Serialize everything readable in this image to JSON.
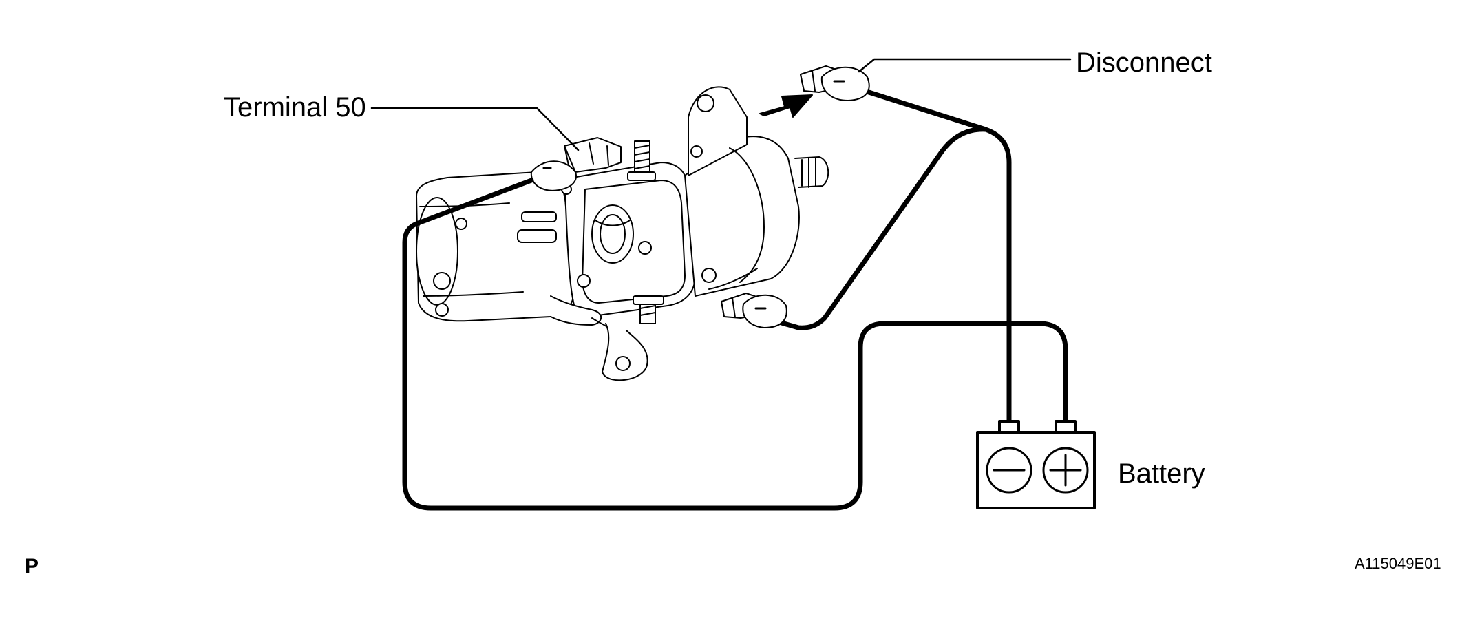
{
  "labels": {
    "terminal": "Terminal 50",
    "disconnect": "Disconnect",
    "battery": "Battery",
    "corner": "P",
    "figure_code": "A115049E01"
  },
  "colors": {
    "line": "#000000",
    "background": "#ffffff"
  },
  "icons": {
    "battery_negative": "minus-symbol",
    "battery_positive": "plus-symbol",
    "direction": "arrow-right-up"
  }
}
